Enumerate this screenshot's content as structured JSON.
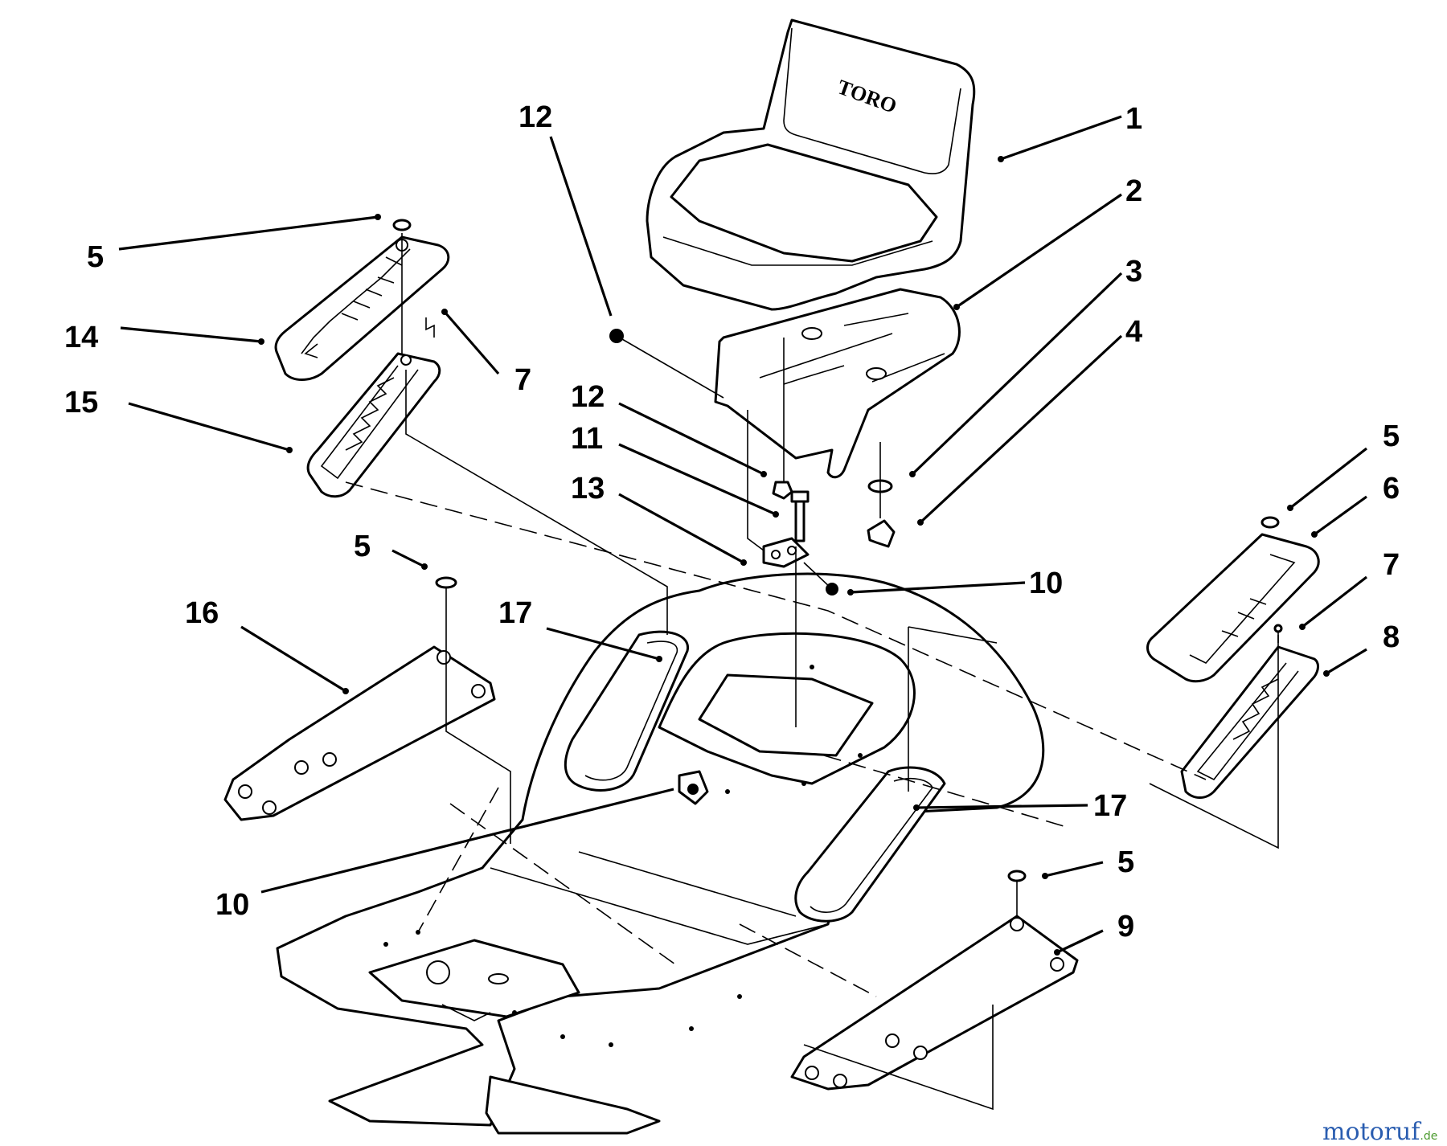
{
  "callouts": [
    {
      "id": "c1",
      "label": "1"
    },
    {
      "id": "c2",
      "label": "2"
    },
    {
      "id": "c3",
      "label": "3"
    },
    {
      "id": "c4",
      "label": "4"
    },
    {
      "id": "c5a",
      "label": "5"
    },
    {
      "id": "c5b",
      "label": "5"
    },
    {
      "id": "c5c",
      "label": "5"
    },
    {
      "id": "c5d",
      "label": "5"
    },
    {
      "id": "c6",
      "label": "6"
    },
    {
      "id": "c7a",
      "label": "7"
    },
    {
      "id": "c7b",
      "label": "7"
    },
    {
      "id": "c8",
      "label": "8"
    },
    {
      "id": "c9",
      "label": "9"
    },
    {
      "id": "c10a",
      "label": "10"
    },
    {
      "id": "c10b",
      "label": "10"
    },
    {
      "id": "c11",
      "label": "11"
    },
    {
      "id": "c12a",
      "label": "12"
    },
    {
      "id": "c12b",
      "label": "12"
    },
    {
      "id": "c13",
      "label": "13"
    },
    {
      "id": "c14",
      "label": "14"
    },
    {
      "id": "c15",
      "label": "15"
    },
    {
      "id": "c16",
      "label": "16"
    },
    {
      "id": "c17a",
      "label": "17"
    },
    {
      "id": "c17b",
      "label": "17"
    }
  ],
  "seat_brand": "TORO",
  "watermark": {
    "name": "motoruf",
    "suffix": ".de"
  },
  "colors": {
    "line": "#000000",
    "background": "#ffffff",
    "watermark_blue": "#2a5db0",
    "watermark_green": "#4b9a2e"
  }
}
